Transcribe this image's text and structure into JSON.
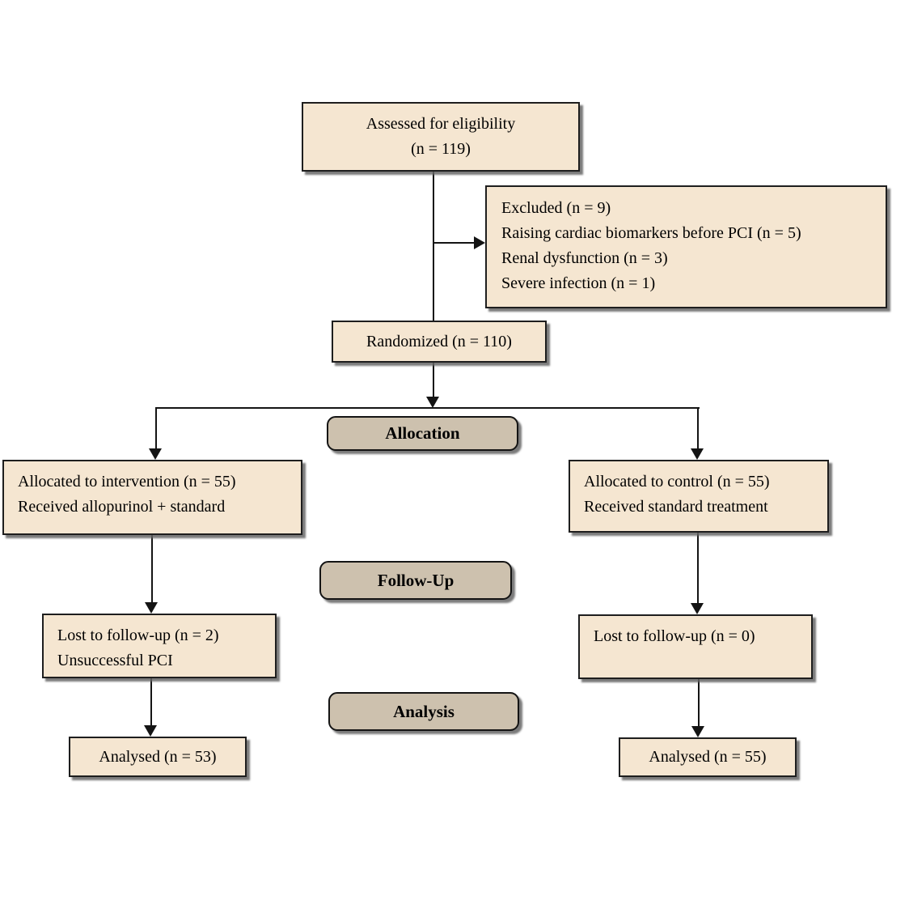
{
  "diagram": {
    "type": "consort-flow-diagram",
    "boxes": {
      "assessed": {
        "lines": [
          "Assessed for eligibility",
          "(n = 119)"
        ]
      },
      "excluded": {
        "lines": [
          "Excluded (n = 9)",
          "Raising cardiac biomarkers before PCI (n = 5)",
          "Renal dysfunction (n = 3)",
          "Severe infection (n = 1)"
        ]
      },
      "randomized": {
        "label": "Randomized (n = 110)"
      },
      "allocation_stage": {
        "label": "Allocation"
      },
      "allocated_intervention": {
        "lines": [
          "Allocated to intervention (n = 55)",
          "Received allopurinol + standard"
        ]
      },
      "allocated_control": {
        "lines": [
          "Allocated to control (n = 55)",
          "Received standard treatment"
        ]
      },
      "followup_stage": {
        "label": "Follow-Up"
      },
      "lost_intervention": {
        "lines": [
          "Lost to follow-up (n = 2)",
          "Unsuccessful PCI"
        ]
      },
      "lost_control": {
        "lines": [
          "Lost to follow-up (n = 0)"
        ]
      },
      "analysis_stage": {
        "label": "Analysis"
      },
      "analysed_intervention": {
        "label": "Analysed (n = 53)"
      },
      "analysed_control": {
        "label": "Analysed (n = 55)"
      }
    },
    "colors": {
      "box_fill": "#F5E6D1",
      "stage_fill": "#CDC1AE",
      "border": "#1E1E1E",
      "line": "#141414",
      "shadow": "#646464",
      "background": "#FFFFFF"
    }
  }
}
